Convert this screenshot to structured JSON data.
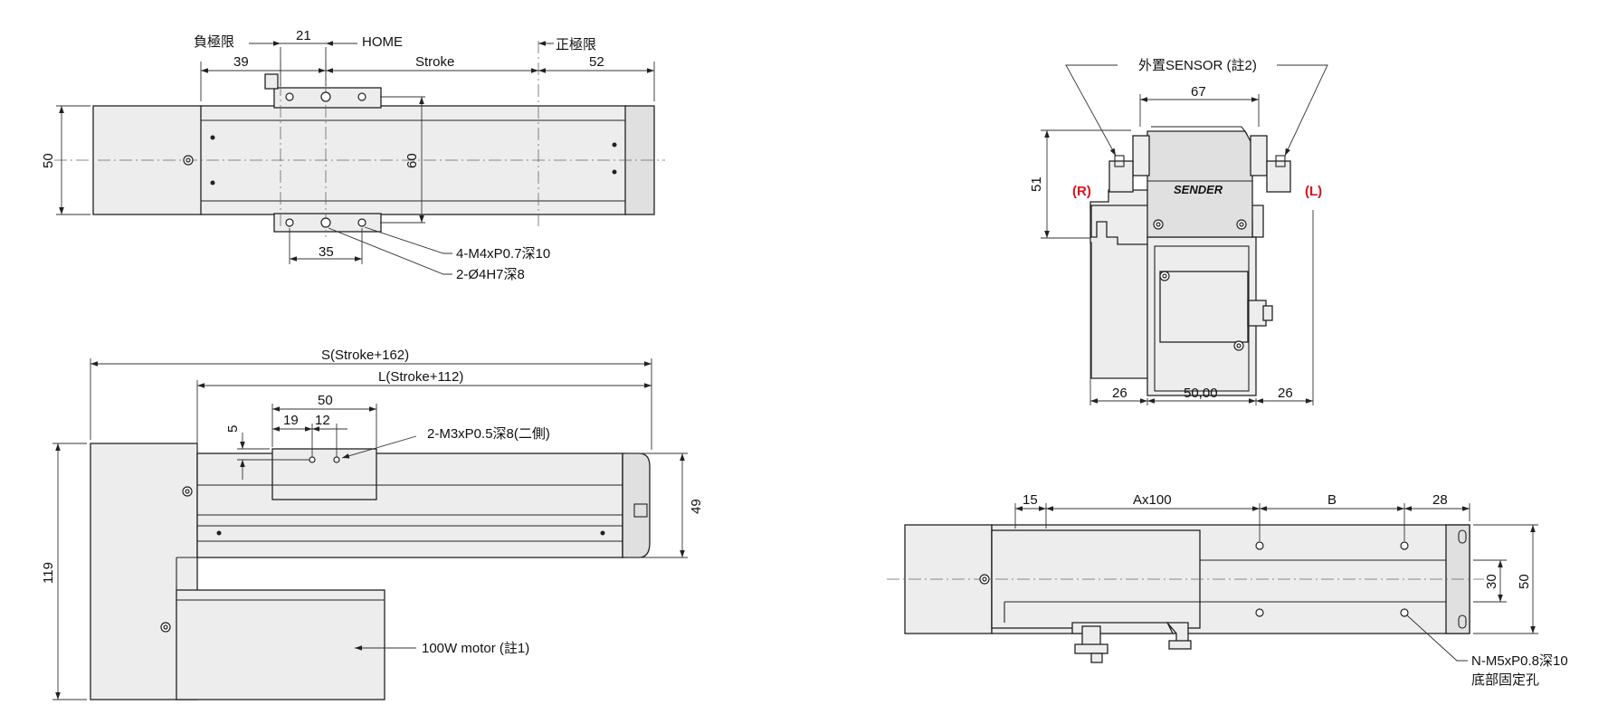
{
  "top_view": {
    "neg_limit": "負極限",
    "dim_21": "21",
    "home": "HOME",
    "pos_limit": "正極限",
    "dim_39": "39",
    "stroke": "Stroke",
    "dim_52": "52",
    "dim_50": "50",
    "dim_60": "60",
    "dim_35": "35",
    "callout_tapped": "4-M4xP0.7深10",
    "callout_pin": "2-Ø4H7深8"
  },
  "side_view": {
    "overall": "S(Stroke+162)",
    "body_length": "L(Stroke+112)",
    "dim_50": "50",
    "dim_5": "5",
    "dim_19": "19",
    "dim_12": "12",
    "callout_side_holes": "2-M3xP0.5深8(二側)",
    "dim_49": "49",
    "dim_119": "119",
    "motor": "100W motor (註1)"
  },
  "end_view": {
    "sensor": "外置SENSOR (註2)",
    "dim_67": "67",
    "dim_51": "51",
    "label_r": "(R)",
    "label_l": "(L)",
    "brand": "SENDER",
    "dim_26_left": "26",
    "dim_50_00": "50,00",
    "dim_26_right": "26"
  },
  "bottom_view": {
    "dim_15": "15",
    "dim_ax100": "Ax100",
    "dim_b": "B",
    "dim_28": "28",
    "dim_30": "30",
    "dim_50": "50",
    "callout_mount": "N-M5xP0.8深10",
    "callout_mount_sub": "底部固定孔"
  }
}
